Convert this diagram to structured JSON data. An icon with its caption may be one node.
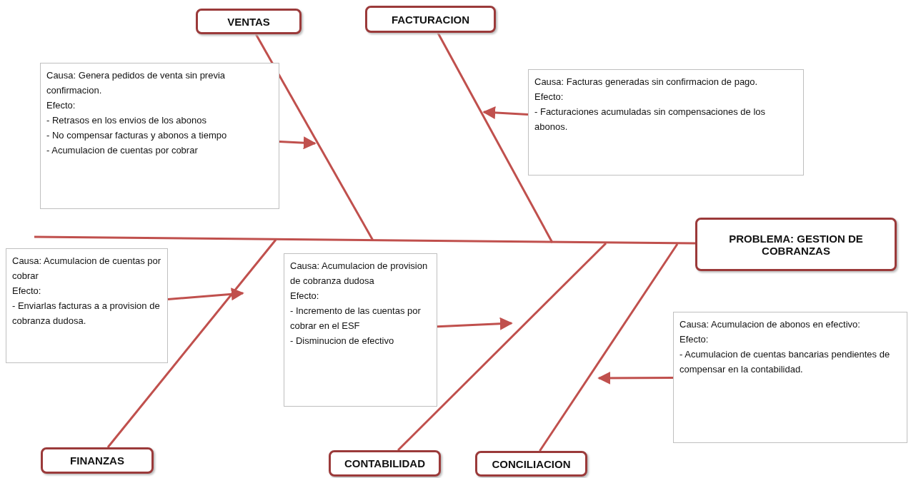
{
  "diagram": {
    "nodes": [
      {
        "text": [
          "VENTAS"
        ]
      },
      {
        "text": [
          "FACTURACION"
        ]
      },
      {
        "text": [
          "Causa: Genera pedidos de venta sin previa confirmacion.",
          "Efecto:",
          "- Retrasos en los envios de los abonos",
          "- No compensar facturas y abonos a tiempo",
          "- Acumulacion de cuentas por cobrar"
        ]
      },
      {
        "text": [
          "Causa: Facturas generadas sin confirmacion de pago.",
          "Efecto:",
          "- Facturaciones acumuladas sin compensaciones de los abonos."
        ]
      },
      {
        "text": [
          "PROBLEMA: GESTION DE COBRANZAS"
        ]
      },
      {
        "text": [
          "Causa: Acumulacion de cuentas por cobrar",
          "Efecto:",
          "- Enviarlas facturas a a provision de cobranza dudosa."
        ]
      },
      {
        "text": [
          "Causa: Acumulacion de provision de cobranza dudosa",
          "Efecto:",
          "- Incremento de las cuentas por cobrar en el ESF",
          "- Disminucion de efectivo"
        ]
      },
      {
        "text": [
          "Causa: Acumulacion de abonos en efectivo:",
          "Efecto:",
          "- Acumulacion de cuentas bancarias pendientes de compensar en la contabilidad."
        ]
      },
      {
        "text": [
          "FINANZAS"
        ]
      },
      {
        "text": [
          "CONTABILIDAD"
        ]
      },
      {
        "text": [
          "CONCILIACION"
        ]
      }
    ],
    "edges": [
      {
        "from": 0,
        "to": null,
        "arrow": "none"
      },
      {
        "from": 1,
        "to": null,
        "arrow": "none"
      },
      {
        "from": 8,
        "to": null,
        "arrow": "none"
      },
      {
        "from": 9,
        "to": null,
        "arrow": "none"
      },
      {
        "from": 10,
        "to": null,
        "arrow": "none"
      },
      {
        "from": null,
        "to": 4,
        "arrow": "none"
      },
      {
        "from": 2,
        "to": null,
        "arrow": "to"
      },
      {
        "from": 3,
        "to": null,
        "arrow": "to"
      },
      {
        "from": 5,
        "to": null,
        "arrow": "to"
      },
      {
        "from": 6,
        "to": null,
        "arrow": "to"
      },
      {
        "from": 7,
        "to": null,
        "arrow": "to"
      }
    ]
  }
}
